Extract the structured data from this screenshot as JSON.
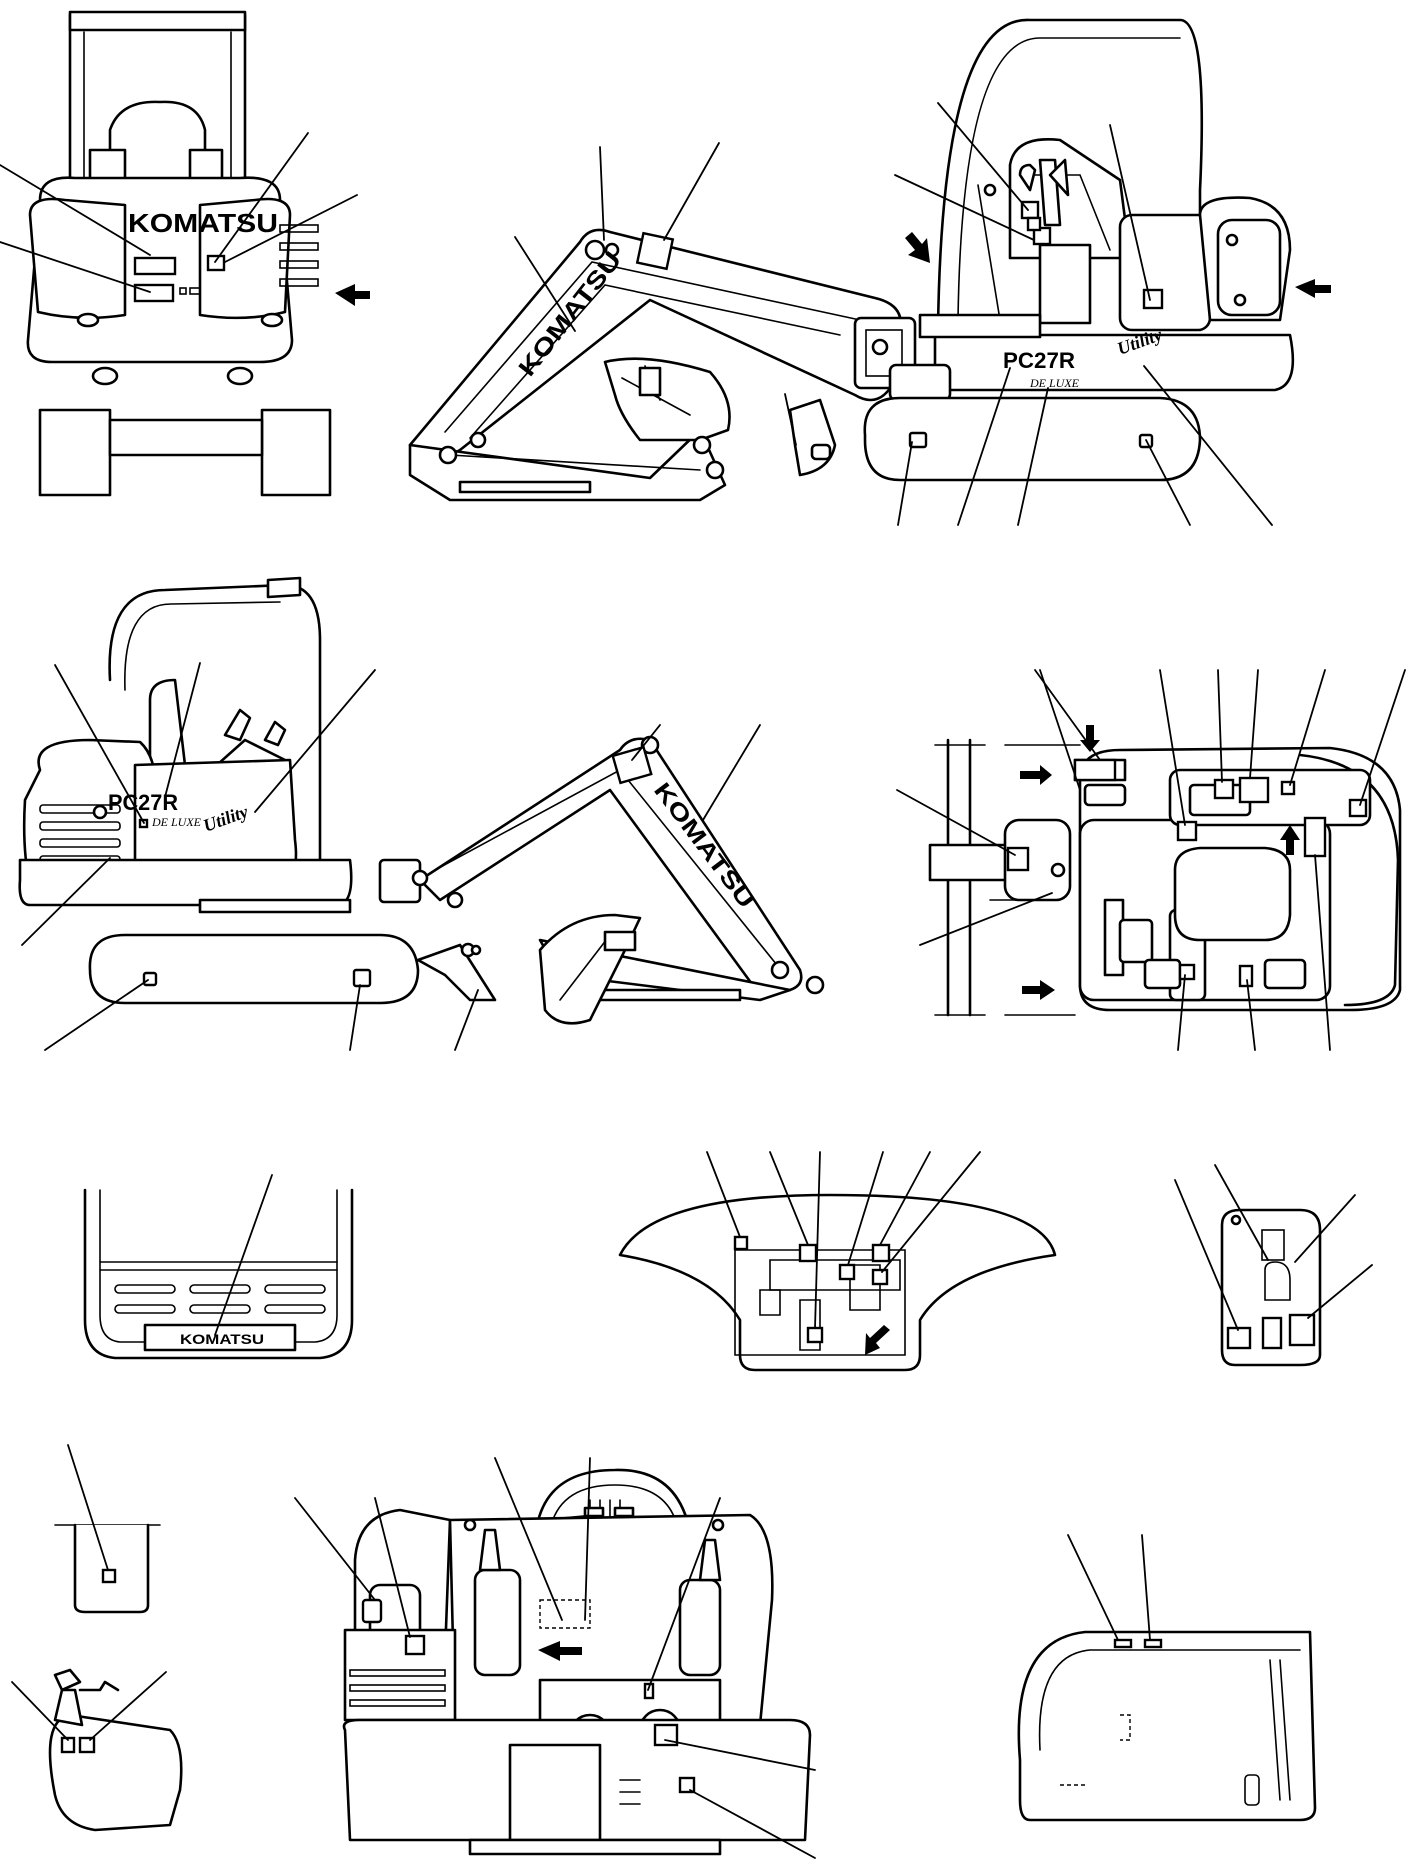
{
  "diagram": {
    "brand_logo_text": "KOMATSU",
    "model_text": "PC27R",
    "model_trim_text": "DE LUXE",
    "series_badge_text": "Utility"
  }
}
